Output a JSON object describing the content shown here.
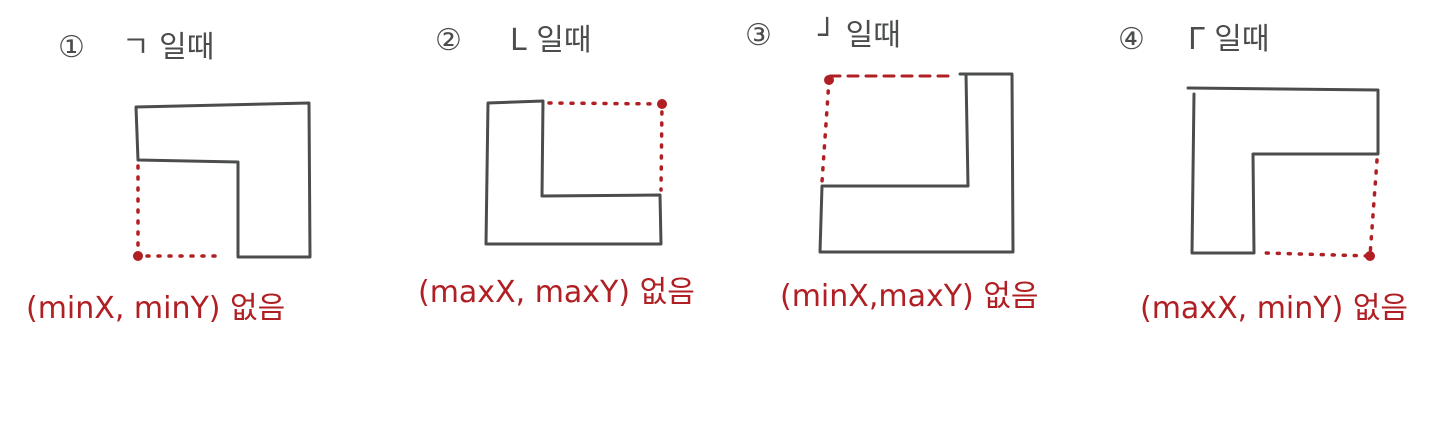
{
  "colors": {
    "ink": "#4a4d4c",
    "accent": "#b01f24"
  },
  "panels": [
    {
      "number": "①",
      "header": "ㄱ 일때",
      "caption": "(minX, minY) 없음"
    },
    {
      "number": "②",
      "header": "L 일때",
      "caption": "(maxX, maxY) 없음"
    },
    {
      "number": "③",
      "header": "┘ 일때",
      "caption": "(minX,maxY) 없음"
    },
    {
      "number": "④",
      "header": "Γ 일때",
      "caption": "(maxX, minY) 없음"
    }
  ]
}
